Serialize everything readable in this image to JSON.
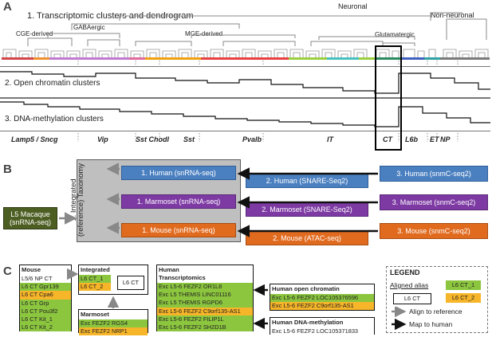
{
  "panel_a": {
    "letter": "A",
    "title": "1. Transcriptomic clusters and dendrogram",
    "top_labels": {
      "neuronal": "Neuronal",
      "non_neuronal": "Non-neuronal",
      "cge": "CGE-derived",
      "gabaergic": "GABAergic",
      "mge": "MGE-derived",
      "glutamatergic": "Glutamatergic"
    },
    "track2": "2. Open chromatin clusters",
    "track3": "3. DNA-methylation clusters",
    "classes": [
      "Lamp5 / Sncg",
      "Vip",
      "Sst Chodl",
      "Sst",
      "Pvalb",
      "IT",
      "CT",
      "L6b",
      "ET",
      "NP"
    ]
  },
  "panel_b": {
    "letter": "B",
    "integrated": "1. Integrated (reference) Taxonomy",
    "macaque": "L5 Macaque (snRNA-seq)",
    "left_boxes": [
      "1. Human (snRNA-seq)",
      "1. Marmoset (snRNA-seq)",
      "1. Mouse (snRNA-seq)"
    ],
    "middle_boxes": [
      "2. Human (SNARE-Seq2)",
      "2. Marmoset (SNARE-Seq2)",
      "2. Mouse (ATAC-seq)"
    ],
    "right_boxes": [
      "3. Human (snmC-seq2)",
      "3. Marmoset (snmC-seq2)",
      "3. Mouse (snmC-seq2)"
    ]
  },
  "panel_c": {
    "letter": "C",
    "mouse": {
      "title": "Mouse",
      "rows": [
        {
          "text": "L5/6 NP CT",
          "color": "w"
        },
        {
          "text": "L6 CT Gpr139",
          "color": "g"
        },
        {
          "text": "L6 CT Cpa6",
          "color": "y"
        },
        {
          "text": "L6 CT Grp",
          "color": "g"
        },
        {
          "text": "L6 CT Pou3f2",
          "color": "g"
        },
        {
          "text": "L6 CT Kit_1",
          "color": "g"
        },
        {
          "text": "L6 CT Kit_2",
          "color": "g"
        }
      ]
    },
    "integrated": {
      "title": "Integrated",
      "rows": [
        {
          "text": "L6 CT_1",
          "color": "g"
        },
        {
          "text": "L6 CT_2",
          "color": "y"
        }
      ],
      "ref": "L6 CT"
    },
    "marmoset": {
      "title": "Marmoset",
      "rows": [
        {
          "text": "Exc FEZF2 RGS4",
          "color": "g"
        },
        {
          "text": "Exc FEZF2 NRP1",
          "color": "y"
        }
      ]
    },
    "human_tx": {
      "title1": "Human",
      "title2": "Transcriptomics",
      "rows": [
        {
          "text": "Exc L5-6 FEZF2 OR1L8",
          "color": "g"
        },
        {
          "text": "Exc L5 THEMIS LINC01116",
          "color": "g"
        },
        {
          "text": "Exc L5 THEMIS RGPD6",
          "color": "g"
        },
        {
          "text": "Exc L5-6 FEZF2 C9orf135-AS1",
          "color": "y"
        },
        {
          "text": "Exc L5-6 FEZF2 FILIP1L",
          "color": "g"
        },
        {
          "text": "Exc L5-6 FEZF2 SH2D1B",
          "color": "g"
        }
      ]
    },
    "human_oc": {
      "title": "Human open chromatin",
      "rows": [
        {
          "text": "Exc L5-6 FEZF2 LOC105376596",
          "color": "g"
        },
        {
          "text": "Exc L5-6 FEZF2 C9orf135-AS1",
          "color": "y"
        }
      ]
    },
    "human_me": {
      "title": "Human DNA-methylation",
      "rows": [
        {
          "text": "Exc L5-6 FEZF2 LOC105371833",
          "color": "w"
        }
      ]
    },
    "legend": {
      "title": "LEGEND",
      "aligned_alias": "Aligned alias",
      "l6ct1": "L6 CT_1",
      "l6ct": "L6 CT",
      "l6ct2": "L6 CT_2",
      "align": "Align to reference",
      "map": "Map to human"
    }
  },
  "colors": {
    "green": "#8cc63f",
    "yellow": "#f7b529",
    "blue": "#4b80c0",
    "purple": "#7d3aa3",
    "orange": "#e06a1e",
    "olive": "#4d5e23"
  }
}
